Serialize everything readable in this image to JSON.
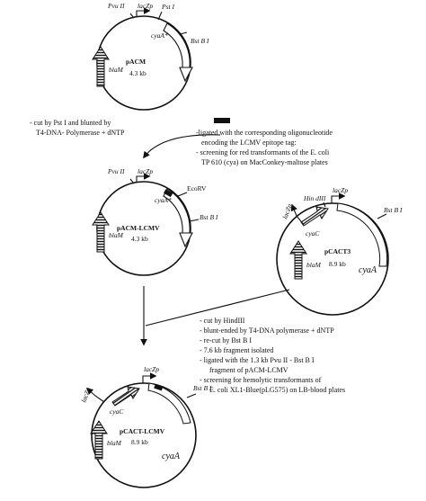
{
  "plasmids": {
    "pacm": {
      "name": "pACM",
      "size": "4.3 kb",
      "blam": "blaM",
      "cyaa_star": "cyaA*",
      "pvu": "Pvu II",
      "lac": "lacZp",
      "pst": "Pst I",
      "bst": "Bst B I"
    },
    "pacm_lcmv": {
      "name": "pACM-LCMV",
      "size": "4.3 kb",
      "blam": "blaM",
      "cyaa_star": "cyaA*",
      "pvu": "Pvu II",
      "lac": "lacZp",
      "ecorv": "EcoRV",
      "bst": "Bst B I"
    },
    "pcact3": {
      "name": "pCACT3",
      "size": "8.9 kb",
      "blam": "blaM",
      "cyac": "cyaC",
      "cyaa": "cyaA",
      "hind": "Hin dIII",
      "lac": "lacZp",
      "lacz_side": "lacZp",
      "bst": "Bst B I"
    },
    "pcact_lcmv": {
      "name": "pCACT-LCMV",
      "size": "8.9 kb",
      "blam": "blaM",
      "cyac": "cyaC",
      "cyaa": "cyaA",
      "lac": "lacZp",
      "lacz_side": "lacZp",
      "bst": "Bst B I"
    }
  },
  "notes": {
    "step1": [
      "- cut by Pst I and blunted by",
      "T4-DNA- Polymerase + dNTP"
    ],
    "step2": [
      "-ligated with the corresponding oligonucleotide",
      "encoding the LCMV epitope tag:",
      "- screening for red transformants of the E. coli",
      "TP 610 (cya) on MacConkey-maltose plates"
    ],
    "step3": [
      "- cut by HindIII",
      "- blunt-ended by T4-DNA polymerase + dNTP",
      "- re-cut by Bst B I",
      "- 7.6 kb fragment isolated",
      "- ligated with the 1.3 kb Pvu II - Bst B I",
      "fragment of pACM-LCMV",
      "- screening for hemolytic transformants of",
      "E. coli XL1-Blue(pLG575) on LB-blood plates"
    ]
  }
}
